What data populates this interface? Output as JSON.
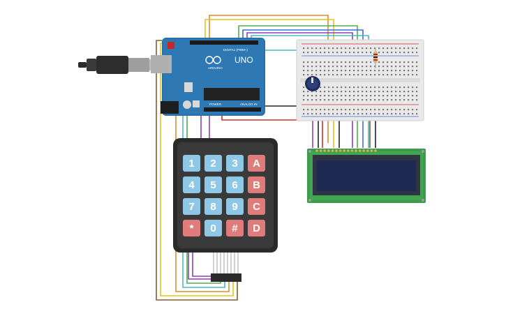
{
  "arduino": {
    "model_label": "UNO",
    "brand_label": "ARDUINO",
    "digital_label": "DIGITAL (PWM~)",
    "power_label": "POWER",
    "analog_label": "ANALOG IN"
  },
  "keypad": {
    "keys": [
      [
        "1",
        "2",
        "3",
        "A"
      ],
      [
        "4",
        "5",
        "6",
        "B"
      ],
      [
        "7",
        "8",
        "9",
        "C"
      ],
      [
        "*",
        "0",
        "#",
        "D"
      ]
    ]
  },
  "colors": {
    "arduino_board": "#2a6fa8",
    "keypad_body": "#2b2b2b",
    "key_number": "#8fc8e6",
    "key_letter": "#e07b7b",
    "lcd_board": "#3c9c4c",
    "lcd_screen": "#1f2a52",
    "breadboard": "#e9e9e9",
    "wire_red": "#d32f2f",
    "wire_orange": "#e08a2c",
    "wire_yellow": "#e8c21a",
    "wire_green": "#4caf50",
    "wire_blue": "#3a6ed8",
    "wire_purple": "#8e3fb5",
    "wire_cyan": "#48b8c8",
    "wire_brown": "#8a5a2b",
    "wire_black": "#222222"
  }
}
